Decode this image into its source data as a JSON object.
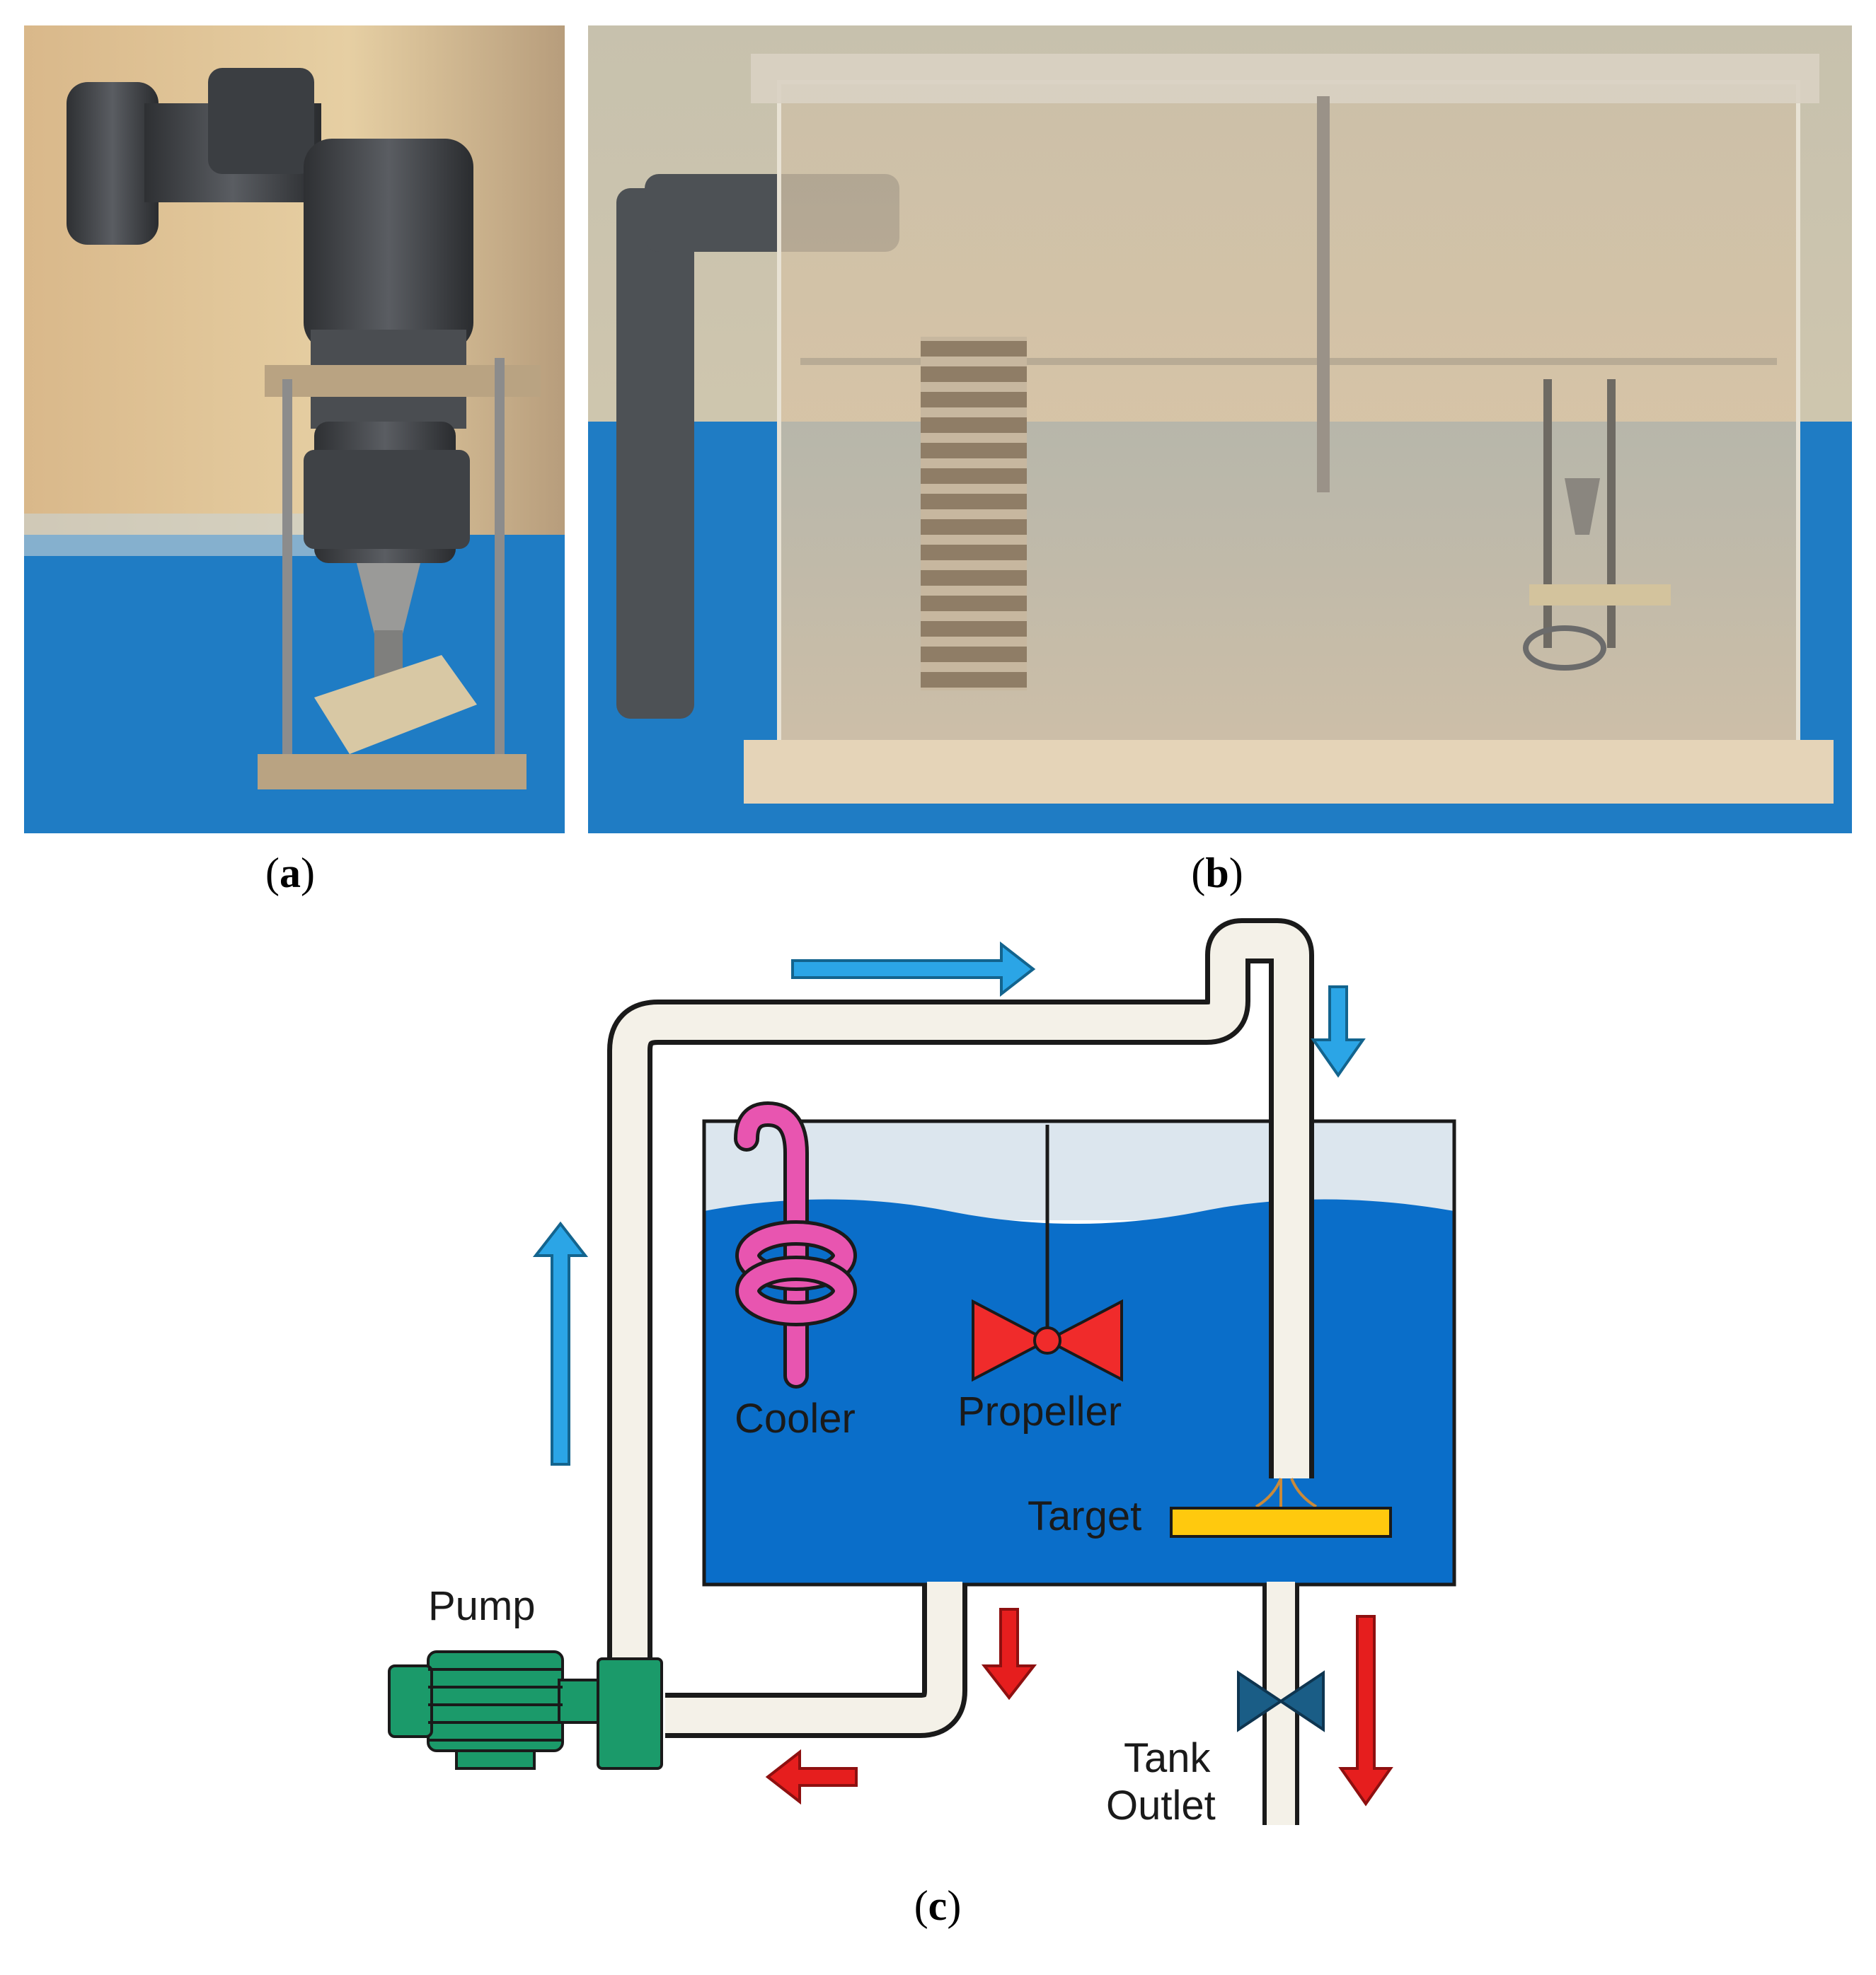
{
  "captions": {
    "a_open": "(",
    "a_letter": "a",
    "a_close": ")",
    "b_open": "(",
    "b_letter": "b",
    "b_close": ")",
    "c_open": "(",
    "c_letter": "c",
    "c_close": ")"
  },
  "diagram": {
    "labels": {
      "cooler": "Cooler",
      "propeller": "Propeller",
      "target": "Target",
      "pump": "Pump",
      "tank_line1": "Tank",
      "tank_line2": "Outlet"
    },
    "colors": {
      "water": "#0a6ec9",
      "air": "#dce6ee",
      "pipe": "#f4f1e8",
      "pump": "#1b9a6a",
      "cooler": "#e855b0",
      "propeller": "#f02b2b",
      "target": "#ffc90e",
      "valve": "#1a5d86",
      "inflow_arrow": "#2ba5e6",
      "outflow_arrow": "#e61e1e"
    }
  }
}
